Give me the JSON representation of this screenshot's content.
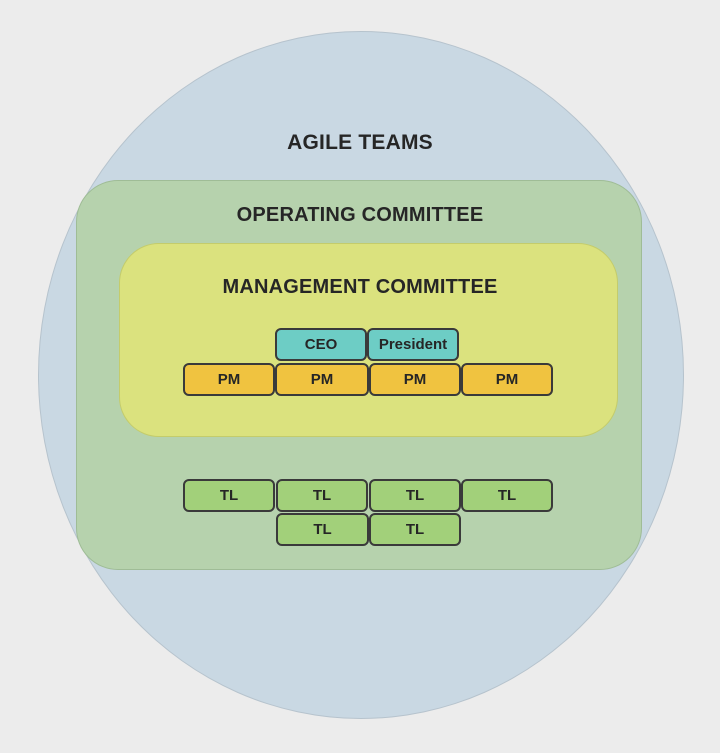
{
  "diagram": {
    "outer": {
      "label": "AGILE TEAMS"
    },
    "operating": {
      "label": "OPERATING COMMITTEE"
    },
    "management": {
      "label": "MANAGEMENT COMMITTEE",
      "executives": [
        "CEO",
        "President"
      ],
      "project_managers": [
        "PM",
        "PM",
        "PM",
        "PM"
      ]
    },
    "team_leads": {
      "row1": [
        "TL",
        "TL",
        "TL",
        "TL"
      ],
      "row2": [
        "TL",
        "TL"
      ]
    },
    "colors": {
      "background": "#ececec",
      "agile_circle": "#c9d8e3",
      "operating_box": "#b6d2ad",
      "management_box": "#dbe27e",
      "executive_box": "#6dcdc5",
      "pm_box": "#f0c340",
      "tl_box": "#a2d07a"
    }
  }
}
